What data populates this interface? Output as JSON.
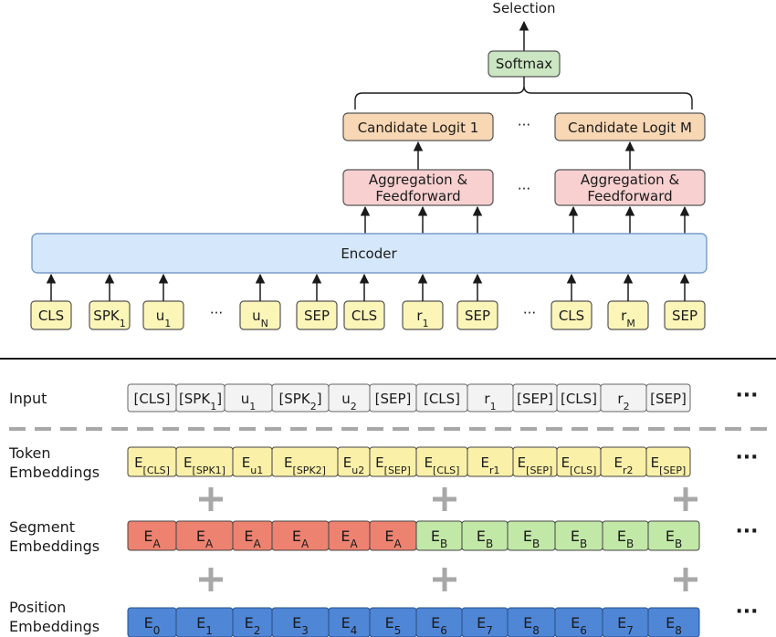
{
  "colors": {
    "input_token": "#fbf5b8",
    "encoder": "#d5e7fb",
    "encoder_border": "#7a9cc6",
    "aggregation": "#f8d0d0",
    "candidate": "#f8d7b4",
    "softmax": "#cbe6c2",
    "input_row": "#f3f3f3",
    "token_emb": "#fbf0a8",
    "segment_a": "#ee8270",
    "segment_b": "#c2e8a8",
    "position": "#4f86d6",
    "plus": "#a8a8a8",
    "dashed_divider": "#a8a8a8"
  },
  "top": {
    "selection": "Selection",
    "softmax": "Softmax",
    "candidates": [
      "Candidate Logit 1",
      "Candidate Logit M"
    ],
    "aggregation": [
      "Aggregation &",
      "Feedforward"
    ],
    "encoder": "Encoder",
    "ellipsis": "···",
    "inputs": [
      {
        "base": "CLS",
        "sub": ""
      },
      {
        "base": "SPK",
        "sub": "1"
      },
      {
        "base": "u",
        "sub": "1"
      },
      {
        "base": "···",
        "sub": ""
      },
      {
        "base": "u",
        "sub": "N"
      },
      {
        "base": "SEP",
        "sub": ""
      },
      {
        "base": "CLS",
        "sub": ""
      },
      {
        "base": "r",
        "sub": "1"
      },
      {
        "base": "SEP",
        "sub": ""
      },
      {
        "base": "···",
        "sub": ""
      },
      {
        "base": "CLS",
        "sub": ""
      },
      {
        "base": "r",
        "sub": "M"
      },
      {
        "base": "SEP",
        "sub": ""
      }
    ]
  },
  "bottom": {
    "row_labels": {
      "input": [
        "Input"
      ],
      "token": [
        "Token",
        "Embeddings"
      ],
      "segment": [
        "Segment",
        "Embeddings"
      ],
      "position": [
        "Position",
        "Embeddings"
      ]
    },
    "more": "···",
    "input_tokens": [
      {
        "base": "[CLS]",
        "sub": ""
      },
      {
        "base": "[SPK",
        "sub": "1",
        "tail": "]"
      },
      {
        "base": "u",
        "sub": "1"
      },
      {
        "base": "[SPK",
        "sub": "2",
        "tail": "]"
      },
      {
        "base": "u",
        "sub": "2"
      },
      {
        "base": "[SEP]",
        "sub": ""
      },
      {
        "base": "[CLS]",
        "sub": ""
      },
      {
        "base": "r",
        "sub": "1"
      },
      {
        "base": "[SEP]",
        "sub": ""
      },
      {
        "base": "[CLS]",
        "sub": ""
      },
      {
        "base": "r",
        "sub": "2"
      },
      {
        "base": "[SEP]",
        "sub": ""
      }
    ],
    "token_embeddings": [
      {
        "base": "E",
        "sub": "[CLS]"
      },
      {
        "base": "E",
        "sub": "[SPK1]"
      },
      {
        "base": "E",
        "sub": "u1"
      },
      {
        "base": "E",
        "sub": "[SPK2]"
      },
      {
        "base": "E",
        "sub": "u2"
      },
      {
        "base": "E",
        "sub": "[SEP]"
      },
      {
        "base": "E",
        "sub": "[CLS]"
      },
      {
        "base": "E",
        "sub": "r1"
      },
      {
        "base": "E",
        "sub": "[SEP]"
      },
      {
        "base": "E",
        "sub": "[CLS]"
      },
      {
        "base": "E",
        "sub": "r2"
      },
      {
        "base": "E",
        "sub": "[SEP]"
      }
    ],
    "segment_embeddings": [
      {
        "base": "E",
        "sub": "A",
        "seg": "A"
      },
      {
        "base": "E",
        "sub": "A",
        "seg": "A"
      },
      {
        "base": "E",
        "sub": "A",
        "seg": "A"
      },
      {
        "base": "E",
        "sub": "A",
        "seg": "A"
      },
      {
        "base": "E",
        "sub": "A",
        "seg": "A"
      },
      {
        "base": "E",
        "sub": "A",
        "seg": "A"
      },
      {
        "base": "E",
        "sub": "B",
        "seg": "B"
      },
      {
        "base": "E",
        "sub": "B",
        "seg": "B"
      },
      {
        "base": "E",
        "sub": "B",
        "seg": "B"
      },
      {
        "base": "E",
        "sub": "B",
        "seg": "B"
      },
      {
        "base": "E",
        "sub": "B",
        "seg": "B"
      },
      {
        "base": "E",
        "sub": "B",
        "seg": "B"
      }
    ],
    "position_embeddings": [
      {
        "base": "E",
        "sub": "0"
      },
      {
        "base": "E",
        "sub": "1"
      },
      {
        "base": "E",
        "sub": "2"
      },
      {
        "base": "E",
        "sub": "3"
      },
      {
        "base": "E",
        "sub": "4"
      },
      {
        "base": "E",
        "sub": "5"
      },
      {
        "base": "E",
        "sub": "6"
      },
      {
        "base": "E",
        "sub": "7"
      },
      {
        "base": "E",
        "sub": "8"
      },
      {
        "base": "E",
        "sub": "6"
      },
      {
        "base": "E",
        "sub": "7"
      },
      {
        "base": "E",
        "sub": "8"
      }
    ]
  }
}
